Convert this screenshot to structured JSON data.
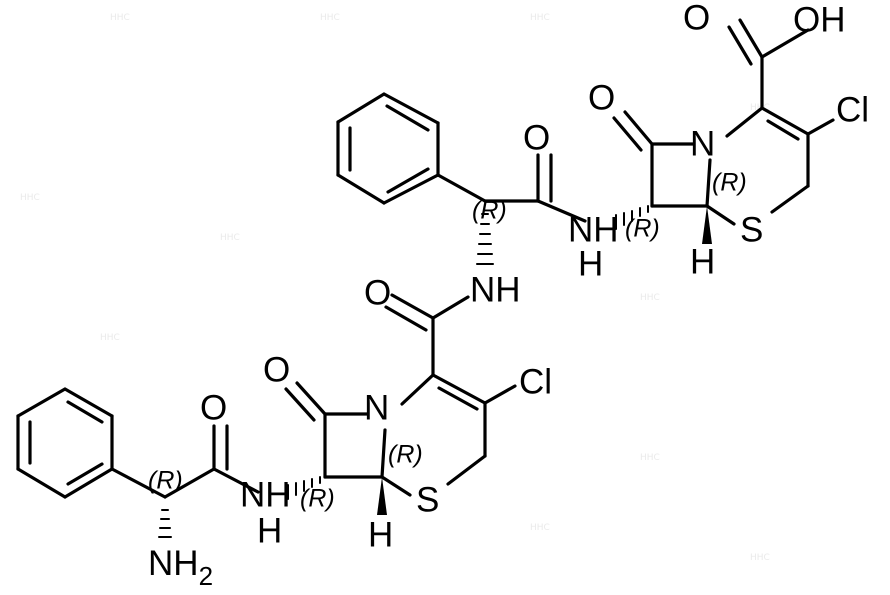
{
  "watermark": "HHC",
  "atoms": {
    "oh": "OH",
    "o_acid": "O",
    "cl_top": "Cl",
    "cl_mid": "Cl",
    "o_lactam_top": "O",
    "n_ring_top": "N",
    "s_ring_top": "S",
    "h_top": "H",
    "nh_top": "NH",
    "nh_top_h": "H",
    "o_amide_top": "O",
    "nh_mid": "NH",
    "o_amide_mid": "O",
    "o_lactam_bot": "O",
    "n_ring_bot": "N",
    "s_ring_bot": "S",
    "h_bot": "H",
    "nh_bot": "NH",
    "nh_bot_h": "H",
    "o_amide_bot": "O",
    "nh2": "NH",
    "nh2_sub": "2"
  },
  "stereo": {
    "r1": "(R)",
    "r2": "(R)",
    "r3": "(R)",
    "r4": "(R)",
    "r5": "(R)",
    "r6": "(R)"
  }
}
